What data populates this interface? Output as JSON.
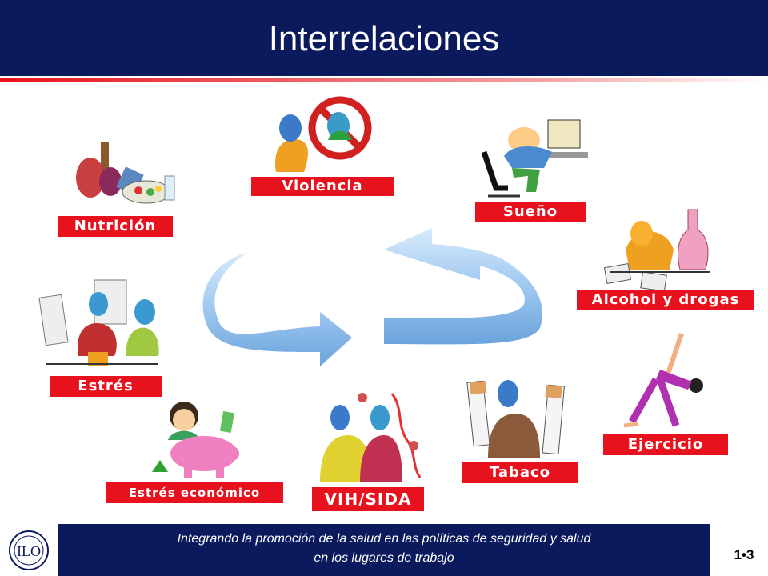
{
  "title": "Interrelaciones",
  "labels": {
    "violencia": "Violencia",
    "nutricion": "Nutrición",
    "sueno": "Sueño",
    "alcohol": "Alcohol y drogas",
    "estres": "Estrés",
    "ejercicio": "Ejercicio",
    "tabaco": "Tabaco",
    "vih": "VIH/SIDA",
    "estres_economico": "Estrés económico"
  },
  "footer": {
    "line1": "Integrando la promoción de la salud en las políticas de seguridad y salud",
    "line2": "en los lugares de trabajo"
  },
  "logo_text": "ILO",
  "page_number": "1•3",
  "colors": {
    "header": "#0a1a5c",
    "label": "#e8121e",
    "arrow": "#9ec8f0"
  }
}
